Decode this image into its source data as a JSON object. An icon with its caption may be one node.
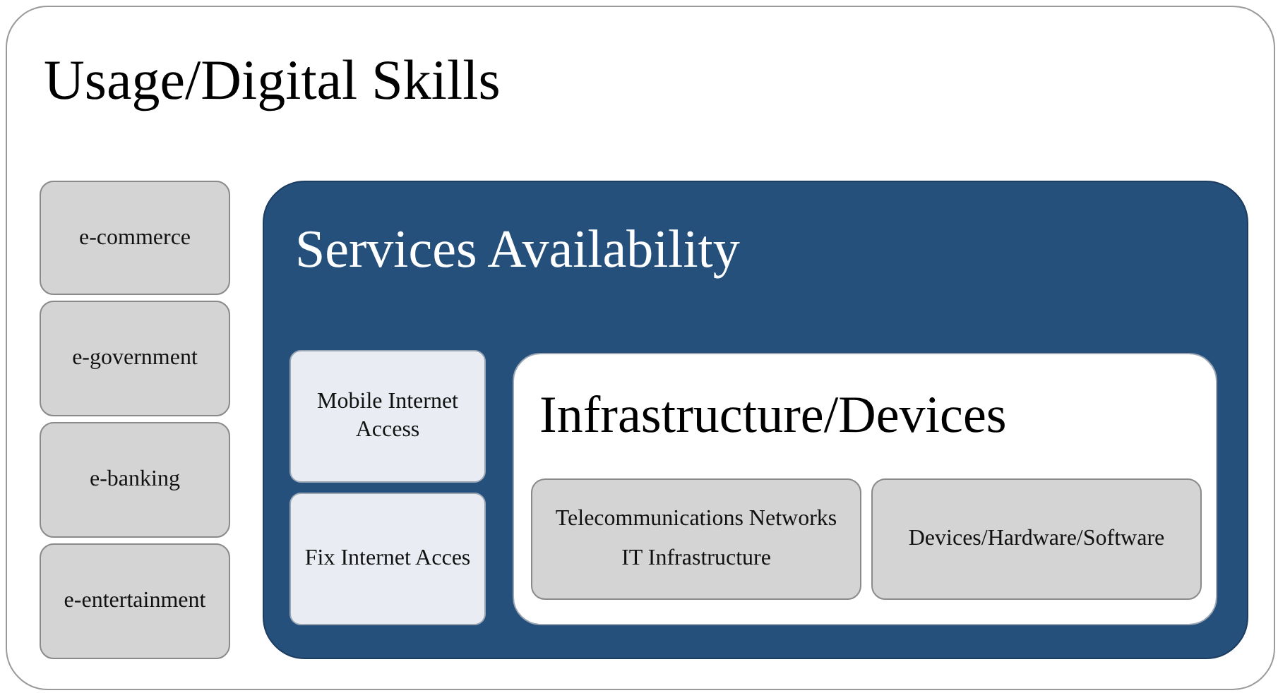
{
  "diagram": {
    "nodes": [
      {
        "text": [
          "Usage/Digital Skills"
        ]
      },
      {
        "text": [
          "e-commerce"
        ],
        "in": 0
      },
      {
        "text": [
          "e-government"
        ],
        "in": 0
      },
      {
        "text": [
          "e-banking"
        ],
        "in": 0
      },
      {
        "text": [
          "e-entertainment"
        ],
        "in": 0
      },
      {
        "text": [
          "Services Availability"
        ],
        "in": 0
      },
      {
        "text": [
          "Mobile Internet Access"
        ],
        "in": 5
      },
      {
        "text": [
          "Fix Internet Acces"
        ],
        "in": 5
      },
      {
        "text": [
          "Infrastructure/Devices"
        ],
        "in": 5
      },
      {
        "text": [
          "Telecommunications Networks",
          "IT Infrastructure"
        ],
        "in": 8
      },
      {
        "text": [
          "Devices/Hardware/Software"
        ],
        "in": 8
      }
    ]
  }
}
